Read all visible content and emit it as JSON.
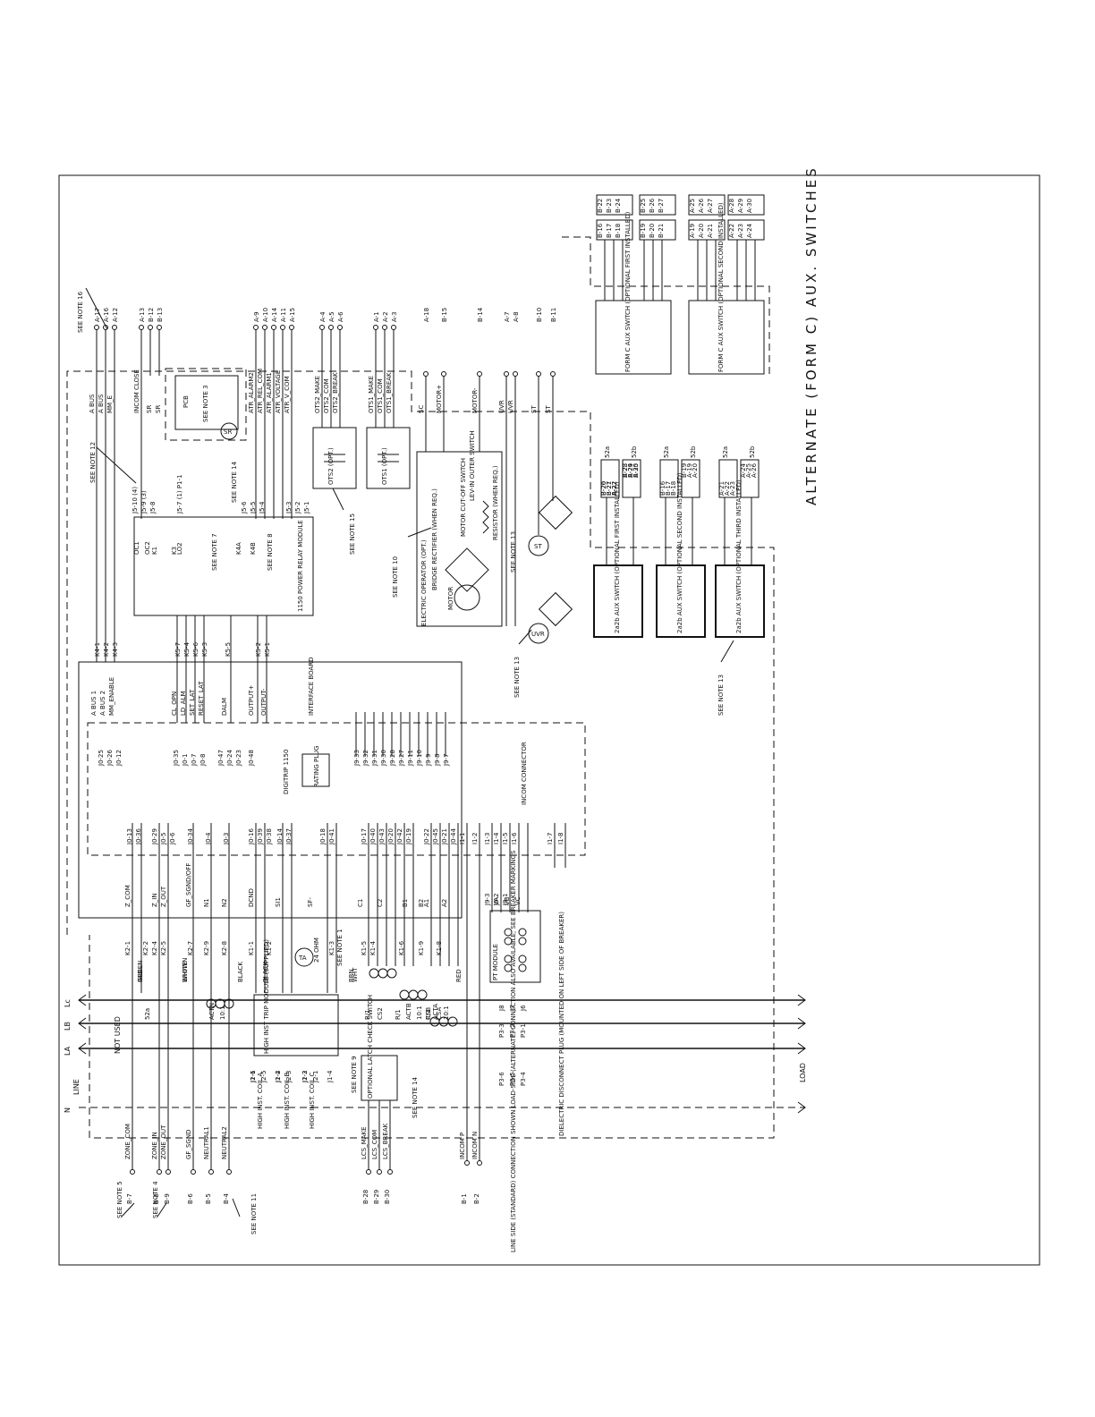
{
  "sheet": {
    "title": "ALTERNATE (FORM C) AUX. SWITCHES",
    "line_label": "LINE",
    "load_label": "LOAD",
    "not_used": "NOT USED"
  },
  "modules": {
    "power_relay": "1150 POWER RELAY MODULE",
    "interface_board": "INTERFACE BOARD",
    "digitrip": "DIGITRIP 1150",
    "rating_plug": "RATING PLUG",
    "incom_connector": "INCOM CONNECTOR",
    "pt_module": "PT MODULE",
    "high_inst_trip": "HIGH INST TRIP MODULE (SUPPLIED)",
    "latch_check": "OPTIONAL LATCH CHECK SWITCH",
    "pcb": "PCB",
    "electric_operator": "ELECTRIC OPERATOR (OPT.)",
    "bridge_rectifier": "BRIDGE RECTIFIER (WHEN REQ.)",
    "motor": "MOTOR",
    "motor_cutoff": "MOTOR CUT-OFF SWITCH",
    "resistor": "RESISTOR (WHEN REQ.)",
    "otsc": "LEV-IN OUTER SWITCH",
    "ots2": "OTS2 (OPT.)",
    "ots1": "OTS1 (OPT.)",
    "sr_label": "SR",
    "ta_label": "TA",
    "ta_value": "24 OHM",
    "st_label": "ST",
    "uvr_label": "UVR",
    "dielectric": "DIELECTRIC DISCONNECT PLUG (MOUNTED ON LEFT SIDE OF BREAKER)",
    "line_side_note": "LINE SIDE (STANDARD) CONNECTION SHOWN LOAD-SIDE (ALTERNATE) CONNECTION ALSO AVAILABLE, SEE BREAKER MARKINGS"
  },
  "aux_switches": [
    "2a2b AUX SWITCH (OPTIONAL FIRST INSTALLED)",
    "2a2b AUX SWITCH (OPTIONAL SECOND INSTALLED)",
    "2a2b AUX SWITCH (OPTIONAL THIRD INSTALLED)"
  ],
  "form_c": [
    "FORM C AUX SWITCH (OPTIONAL FIRST INSTALLED)",
    "FORM C AUX SWITCH (OPTIONAL SECOND INSTALLED)"
  ],
  "notes": {
    "n16": "SEE NOTE 16",
    "n12": "SEE NOTE 12",
    "n7": "SEE NOTE 7",
    "n8": "SEE NOTE 8",
    "n14": "SEE NOTE 14",
    "n15": "SEE NOTE 15",
    "n13": "SEE NOTE 13",
    "n10": "SEE NOTE 10",
    "n1": "SEE NOTE 1",
    "n9": "SEE NOTE 9",
    "n5": "SEE NOTE 5",
    "n4": "SEE NOTE 4",
    "n11": "SEE NOTE 11",
    "n3": "SEE NOTE 3"
  },
  "top_terminals": [
    "A-17",
    "A-16",
    "A-12",
    "A-13",
    "B-12",
    "B-13",
    "A-9",
    "A-10",
    "A-14",
    "A-11",
    "A-15",
    "A-4",
    "A-5",
    "A-6",
    "A-1",
    "A-2",
    "A-3",
    "A-18",
    "B-15",
    "B-14",
    "A-7",
    "A-8",
    "B-10",
    "B-11"
  ],
  "top_signals": [
    "A BUS",
    "A BUS",
    "MM_E",
    "INCOM CLOSE",
    "SR",
    "SR",
    "ATR_ALARM2",
    "ATR_REL_COM",
    "ATR_ALARM1",
    "ATR_VOLTAGE",
    "ATR_V_COM",
    "OTS2_MAKE",
    "OTS2_COM",
    "OTS2_BREAK",
    "OTS1_MAKE",
    "OTS1_COM",
    "OTS1_BREAK",
    "SC",
    "MOTOR+",
    "MOTOR-",
    "UVR",
    "UVR",
    "ST",
    "ST"
  ],
  "relay_pins": [
    "J5-10 (4)",
    "J5-9 (3)",
    "J5-8",
    "J5-7 (1) P1-1",
    "J5-6",
    "J5-5",
    "J5-4",
    "J5-3",
    "J5-2",
    "J5-1"
  ],
  "relay_contacts": [
    "OC1",
    "OC2",
    "LO2",
    "K1",
    "K3",
    "K4A",
    "K4B"
  ],
  "k_pins": [
    "K4-1",
    "K4-2",
    "K4-3",
    "K5-7",
    "K5-4",
    "K5-6",
    "K5-3",
    "K5-5",
    "K5-2",
    "K5-1"
  ],
  "board_signals": [
    "A BUS 1",
    "A BUS 2",
    "MM_ENABLE",
    "CL_OPN",
    "LD_ALM",
    "SET_LAT",
    "RESET_LAT",
    "DALM",
    "OUTPUT+",
    "OUTPUT-"
  ],
  "j0_left": [
    "J0-25",
    "J0-26",
    "J0-12",
    "J0-35",
    "J0-1",
    "J0-7",
    "J0-8",
    "J0-47",
    "J0-24",
    "J0-23",
    "J0-48"
  ],
  "j9_pins": [
    "J9-33",
    "J9-32",
    "J9-31",
    "J9-30",
    "J9-28",
    "J9-27",
    "J9-11",
    "J9-10",
    "J9-9",
    "J9-8",
    "J9-7"
  ],
  "j0_bottom": [
    "J0-13",
    "J0-36",
    "J0-29",
    "J0-5",
    "J0-6",
    "J0-34",
    "J0-4",
    "J0-3",
    "J0-16",
    "J0-39",
    "J0-38",
    "J0-14",
    "J0-37",
    "J0-18",
    "J0-41",
    "J0-17",
    "J0-40",
    "J0-43",
    "J0-20",
    "J0-42",
    "J0-19",
    "J0-22",
    "J0-45",
    "J0-21",
    "J0-44"
  ],
  "i1_pins": [
    "I1-1",
    "I1-2",
    "I1-3",
    "I1-4",
    "I1-5",
    "I1-6",
    "I1-7",
    "I1-8"
  ],
  "bottom_signals": [
    "Z_COM",
    "Z_IN",
    "Z_OUT",
    "GF_SGND/OFF",
    "N1",
    "N2",
    "DCND",
    "SI1",
    "SF-",
    "C1",
    "C2",
    "B1",
    "B2",
    "A1",
    "A2"
  ],
  "wire_colors": [
    "RED",
    "GREEN",
    "WHITE",
    "BROWN",
    "BLACK",
    "BLACK",
    "BRN",
    "WHT",
    "RED"
  ],
  "k_bottom": [
    "K2-1",
    "K2-2",
    "K2-4",
    "K2-5",
    "K2-7",
    "K2-9",
    "K2-8",
    "K1-1",
    "K1-2",
    "K1-3",
    "K1-5",
    "K1-4",
    "K1-6",
    "K1-9",
    "K1-8"
  ],
  "ct_labels": [
    "52a",
    "ACTN",
    "10:1",
    "CS2",
    "ACTB",
    "10:1",
    "CSB",
    "ACTA",
    "10:1",
    "CSA",
    "R/1",
    "R/1",
    "R/1"
  ],
  "j1_pins": [
    "J1-1",
    "J1-2",
    "J1-3",
    "J1-4",
    "J2-6",
    "J2-5",
    "J2-4",
    "J2-3",
    "J2-2",
    "J2-1"
  ],
  "coils": [
    "HIGH INST. COIL A",
    "HIGH INST. COIL B",
    "HIGH INST. COIL C"
  ],
  "left_signals": [
    "ZONE_COM",
    "ZONE_IN",
    "ZONE_OUT",
    "GF_SGND",
    "NEUTRAL1",
    "NEUTRAL2",
    "LCS_MAKE",
    "LCS_COM",
    "LCS_BREAK",
    "INCOM P",
    "INCOM N"
  ],
  "left_terminals": [
    "B-7",
    "B-8",
    "B-9",
    "B-6",
    "B-5",
    "B-4",
    "B-28",
    "B-29",
    "B-30",
    "B-1",
    "B-2"
  ],
  "phases": [
    "Lc",
    "LB",
    "LA",
    "N"
  ],
  "pt_pins": [
    "VA",
    "VB",
    "VC",
    "J9-3",
    "J9-2",
    "J9-1",
    "J8",
    "J7",
    "J6",
    "P3-3",
    "P3-2",
    "P3-1",
    "P3-6",
    "P3-5",
    "P3-4"
  ],
  "aux_52": [
    "52a",
    "52b",
    "52a",
    "52b",
    "52a",
    "52b"
  ],
  "aux_terms_a": [
    "B-20",
    "B-21",
    "B-22",
    "B-23",
    "B-24",
    "B-25",
    "B-26",
    "B-27",
    "A-27",
    "A-28",
    "A-29",
    "A-30",
    "B-16",
    "B-17",
    "B-18",
    "B-19",
    "A-19",
    "A-20",
    "A-21",
    "A-22",
    "A-23",
    "A-24",
    "A-25",
    "A-26"
  ],
  "form_c_terms": [
    "B-22",
    "B-23",
    "B-24",
    "B-16",
    "B-17",
    "B-18",
    "B-25",
    "B-26",
    "B-27",
    "B-19",
    "B-20",
    "B-21",
    "A-25",
    "A-26",
    "A-27",
    "A-19",
    "A-20",
    "A-21",
    "A-28",
    "A-29",
    "A-30",
    "A-22",
    "A-23",
    "A-24"
  ]
}
